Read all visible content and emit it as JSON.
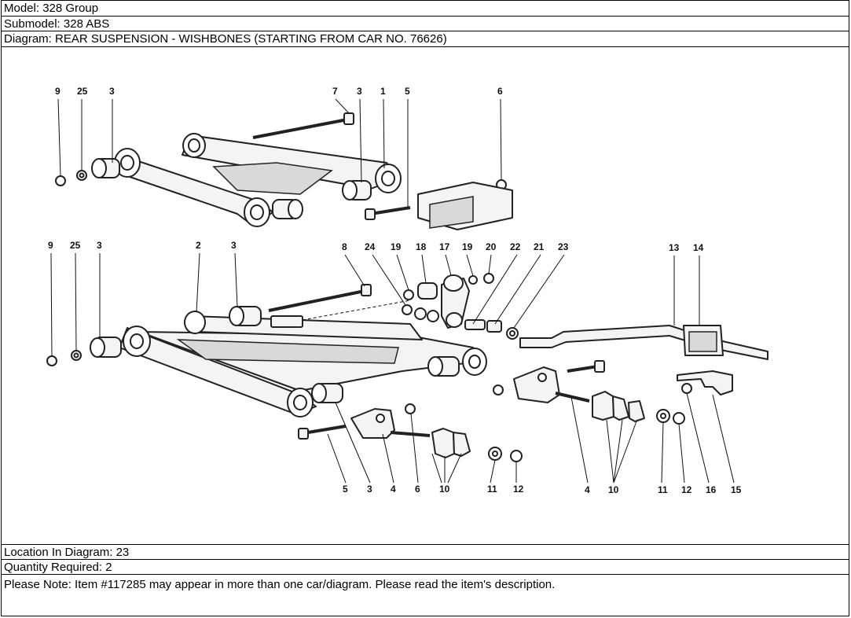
{
  "header": {
    "model": "Model: 328 Group",
    "submodel": "Submodel: 328 ABS",
    "diagram": "Diagram: REAR SUSPENSION - WISHBONES (STARTING FROM CAR NO. 76626)"
  },
  "callouts": {
    "top": [
      "9",
      "25",
      "3",
      "7",
      "3",
      "1",
      "5",
      "6"
    ],
    "middle": [
      "9",
      "25",
      "3",
      "2",
      "3",
      "8",
      "24",
      "19",
      "18",
      "17",
      "19",
      "20",
      "22",
      "21",
      "23",
      "13",
      "14"
    ],
    "bottom": [
      "5",
      "3",
      "4",
      "6",
      "10",
      "11",
      "12",
      "4",
      "10",
      "11",
      "12",
      "16",
      "15"
    ]
  },
  "footer": {
    "location": "Location In Diagram: 23",
    "quantity": "Quantity Required: 2",
    "note": "Please Note: Item #117285 may appear in more than one car/diagram. Please read the item's description."
  }
}
